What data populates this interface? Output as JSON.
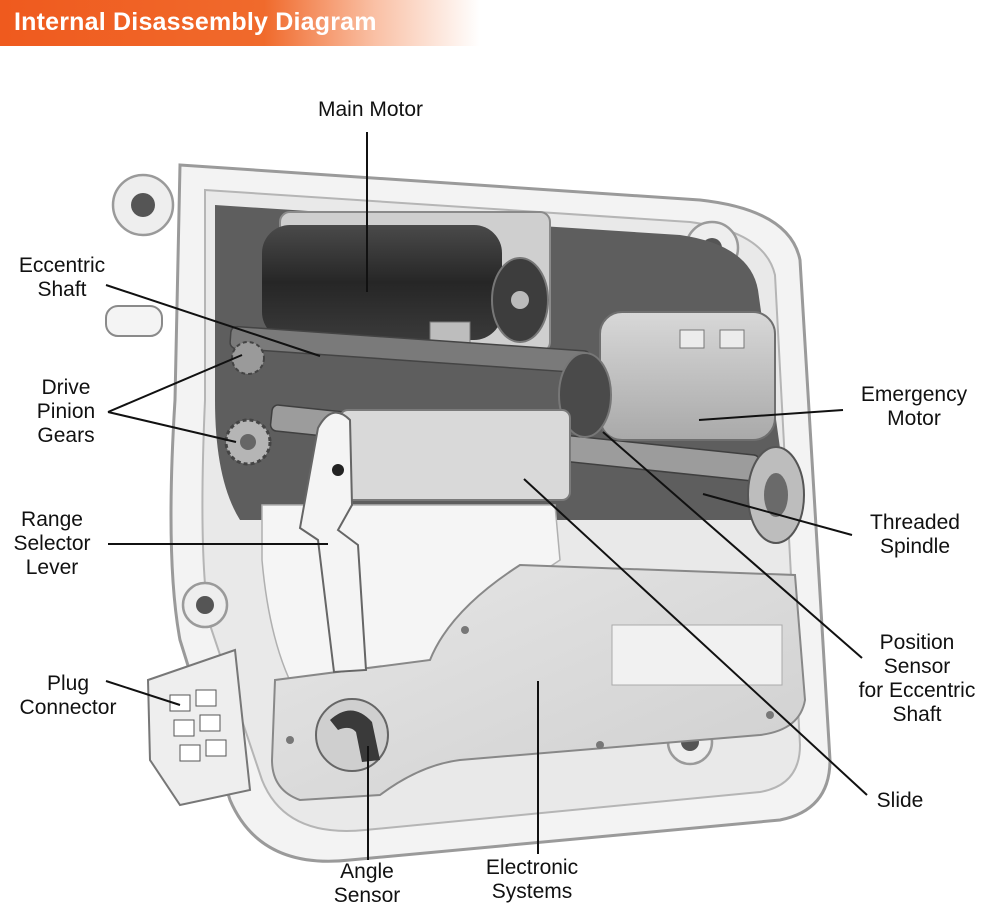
{
  "title": "Internal Disassembly Diagram",
  "colors": {
    "banner": "#ef5a1e",
    "housing": "#f2f2f2",
    "motor": "#2b2b2b",
    "leader": "#111111"
  },
  "labels": {
    "main_motor": "Main Motor",
    "eccentric_shaft": "Eccentric\nShaft",
    "drive_pinion_gears": "Drive\nPinion\nGears",
    "range_selector_lever": "Range\nSelector\nLever",
    "plug_connector": "Plug\nConnector",
    "angle_sensor": "Angle\nSensor",
    "electronic_systems": "Electronic\nSystems",
    "slide": "Slide",
    "position_sensor": "Position\nSensor\nfor Eccentric\nShaft",
    "threaded_spindle": "Threaded\nSpindle",
    "emergency_motor": "Emergency\nMotor"
  }
}
